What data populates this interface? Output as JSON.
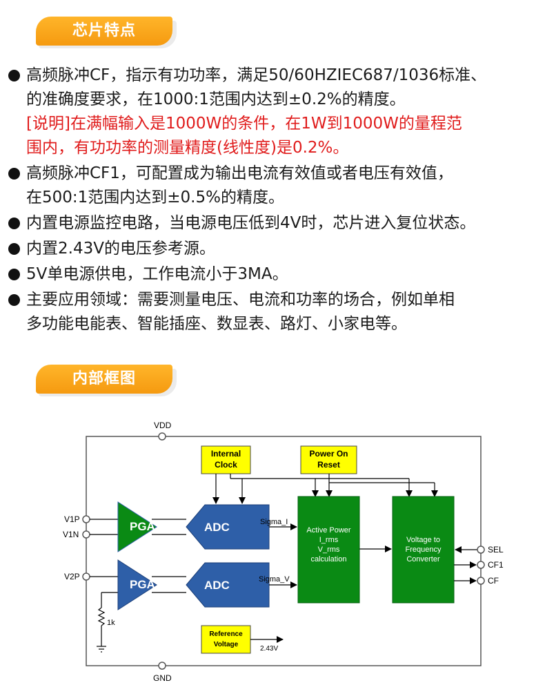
{
  "sections": {
    "features_title": "芯片特点",
    "diagram_title": "内部框图"
  },
  "features": [
    {
      "lines": [
        "高频脉冲CF，指示有功功率，满足50/60HZIEC687/1036标准、",
        "的准确度要求，在1000:1范围内达到±0.2%的精度。"
      ],
      "note": [
        "[说明]在满幅输入是1000W的条件，在1W到1000W的量程范",
        "围内，有功功率的测量精度(线性度)是0.2%。"
      ]
    },
    {
      "lines": [
        "高频脉冲CF1，可配置成为输出电流有效值或者电压有效值，",
        "在500:1范围内达到±0.5%的精度。"
      ]
    },
    {
      "lines": [
        "内置电源监控电路，当电源电压低到4V时，芯片进入复位状态。"
      ]
    },
    {
      "lines": [
        "内置2.43V的电压参考源。"
      ]
    },
    {
      "lines": [
        "5V单电源供电，工作电流小于3MA。"
      ]
    },
    {
      "lines": [
        "主要应用领域：需要测量电压、电流和功率的场合，例如单相",
        "多功能电能表、智能插座、数显表、路灯、小家电等。"
      ]
    }
  ],
  "diagram": {
    "vdd": "VDD",
    "gnd": "GND",
    "internal_clock": [
      "Internal",
      "Clock"
    ],
    "power_on_reset": [
      "Power On",
      "Reset"
    ],
    "pins_left": [
      "V1P",
      "V1N",
      "V2P"
    ],
    "pins_right": [
      "SEL",
      "CF1",
      "CF"
    ],
    "pga": "PGA",
    "adc": "ADC",
    "sigma_i": "Sigma_I",
    "sigma_v": "Sigma_V",
    "calc_block": [
      "Active Power",
      "I_rms",
      "V_rms",
      "calculation"
    ],
    "vf_block": [
      "Voltage to",
      "Frequency",
      "Converter"
    ],
    "reference_voltage": [
      "Reference",
      "Voltage"
    ],
    "ref_value": "2.43V",
    "resistor": "1k",
    "colors": {
      "tab": "#f7a11a",
      "note": "#e01b1b",
      "green_block": "#0a8a14",
      "blue_block": "#2e5fa8",
      "yellow_block": "#ffff00"
    }
  }
}
